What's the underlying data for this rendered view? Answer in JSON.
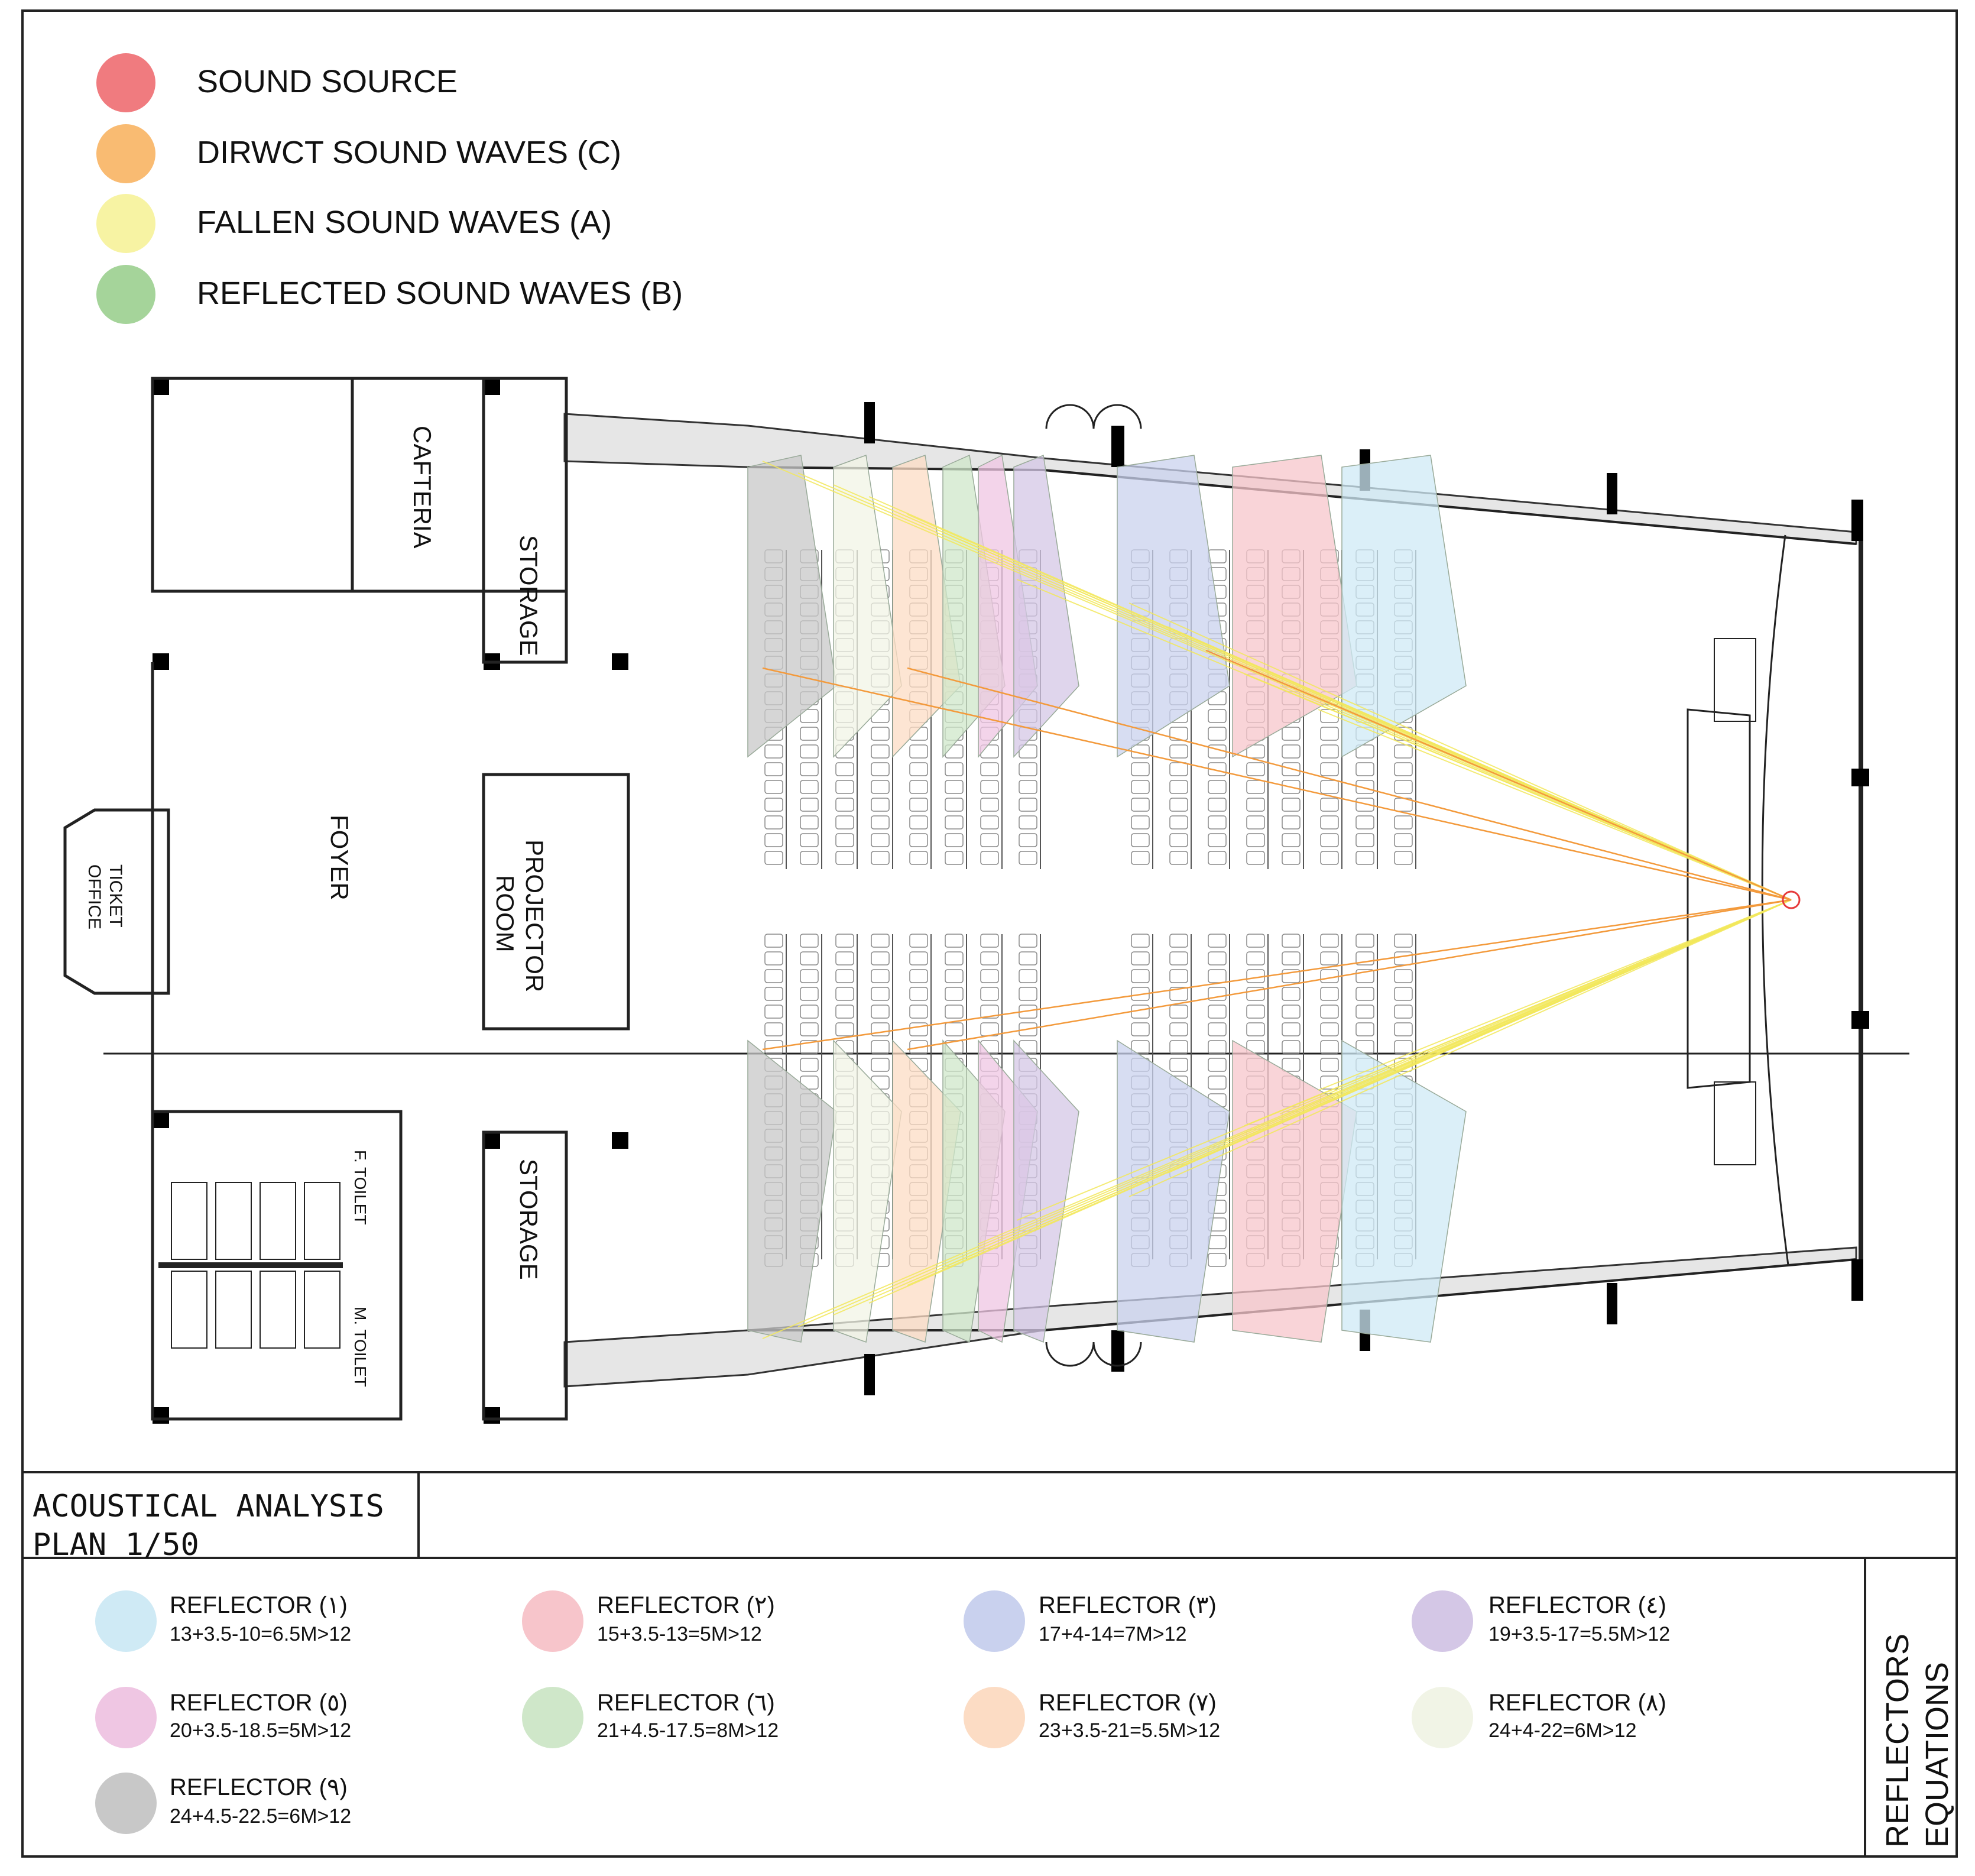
{
  "legend": {
    "items": [
      {
        "label": "SOUND SOURCE",
        "color": "#f07b7f"
      },
      {
        "label": "DIRWCT SOUND WAVES (C)",
        "color": "#f9bb72"
      },
      {
        "label": "FALLEN SOUND WAVES (A)",
        "color": "#f7f3a3"
      },
      {
        "label": "REFLECTED SOUND WAVES (B)",
        "color": "#a5d49a"
      }
    ]
  },
  "rooms": {
    "cafeteria": "CAFTERIA",
    "storage_top": "STORAGE",
    "storage_bottom": "STORAGE",
    "foyer": "FOYER",
    "projector_line1": "PROJECTOR",
    "projector_line2": "ROOM",
    "ticket_line1": "TICKET",
    "ticket_line2": "OFFICE",
    "f_toilet": "F. TOILET",
    "m_toilet": "M. TOILET"
  },
  "title_block": {
    "line1": "ACOUSTICAL ANALYSIS",
    "line2": "PLAN 1/50"
  },
  "equations_label": {
    "line1": "REFLECTORS",
    "line2": "EQUATIONS"
  },
  "reflectors": [
    {
      "name": "REFLECTOR (١)",
      "equation": "13+3.5-10=6.5M>12",
      "color": "#cfeaf5"
    },
    {
      "name": "REFLECTOR (٢)",
      "equation": "15+3.5-13=5M>12",
      "color": "#f7c5cb"
    },
    {
      "name": "REFLECTOR (٣)",
      "equation": "17+4-14=7M>12",
      "color": "#c9d1ee"
    },
    {
      "name": "REFLECTOR (٤)",
      "equation": "19+3.5-17=5.5M>12",
      "color": "#d4c7e6"
    },
    {
      "name": "REFLECTOR (٥)",
      "equation": "20+3.5-18.5=5M>12",
      "color": "#efc6e3"
    },
    {
      "name": "REFLECTOR (٦)",
      "equation": "21+4.5-17.5=8M>12",
      "color": "#cfe7c9"
    },
    {
      "name": "REFLECTOR (٧)",
      "equation": "23+3.5-21=5.5M>12",
      "color": "#fcdcc4"
    },
    {
      "name": "REFLECTOR (٨)",
      "equation": "24+4-22=6M>12",
      "color": "#f1f4e6"
    },
    {
      "name": "REFLECTOR (٩)",
      "equation": "24+4.5-22.5=6M>12",
      "color": "#c8c8c8"
    }
  ]
}
